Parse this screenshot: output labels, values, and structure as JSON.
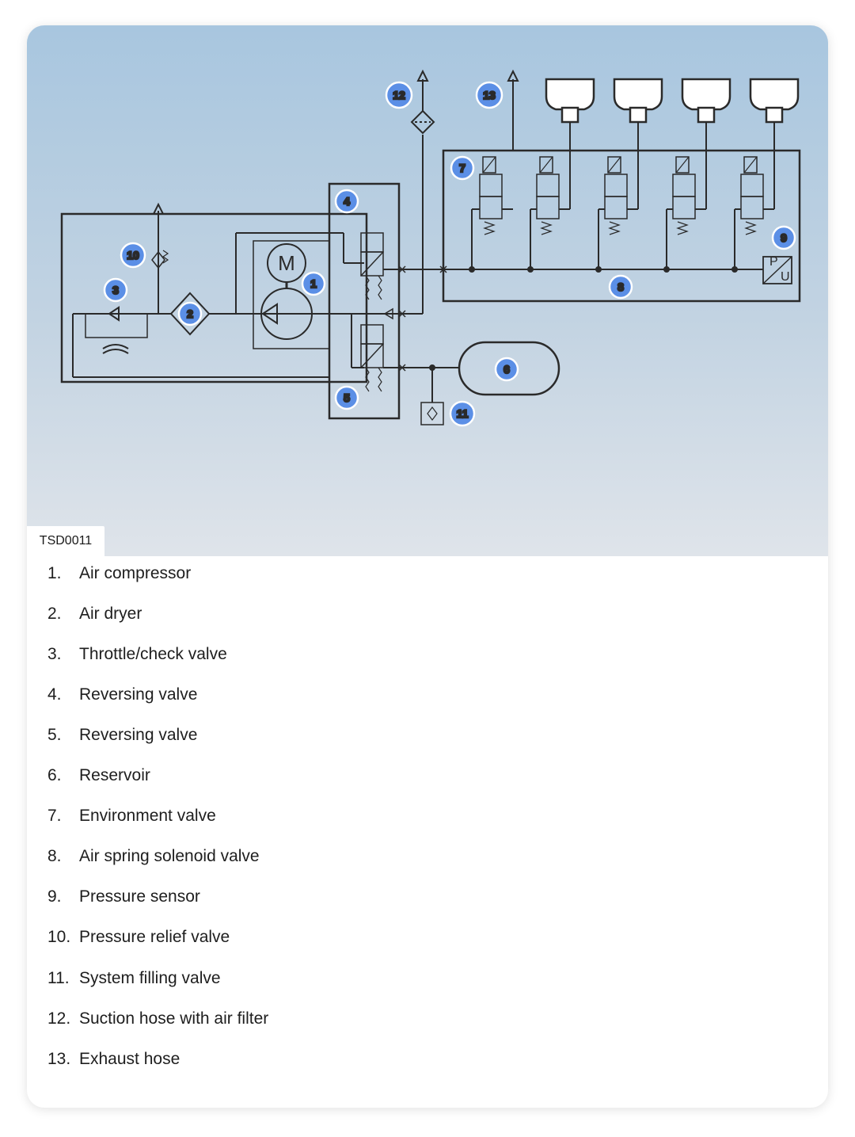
{
  "figure": {
    "code": "TSD0011",
    "callouts": [
      "1",
      "2",
      "3",
      "4",
      "5",
      "6",
      "7",
      "8",
      "9",
      "10",
      "11",
      "12",
      "13"
    ],
    "motor_symbol": "M",
    "sensor_symbol_top": "P",
    "sensor_symbol_bottom": "U"
  },
  "legend": [
    {
      "num": "1.",
      "label": "Air compressor"
    },
    {
      "num": "2.",
      "label": "Air dryer"
    },
    {
      "num": "3.",
      "label": "Throttle/check valve"
    },
    {
      "num": "4.",
      "label": "Reversing valve"
    },
    {
      "num": "5.",
      "label": "Reversing valve"
    },
    {
      "num": "6.",
      "label": "Reservoir"
    },
    {
      "num": "7.",
      "label": "Environment valve"
    },
    {
      "num": "8.",
      "label": "Air spring solenoid valve"
    },
    {
      "num": "9.",
      "label": "Pressure sensor"
    },
    {
      "num": "10.",
      "label": "Pressure relief valve"
    },
    {
      "num": "11.",
      "label": "System filling valve"
    },
    {
      "num": "12.",
      "label": "Suction hose with air filter"
    },
    {
      "num": "13.",
      "label": "Exhaust hose"
    }
  ]
}
